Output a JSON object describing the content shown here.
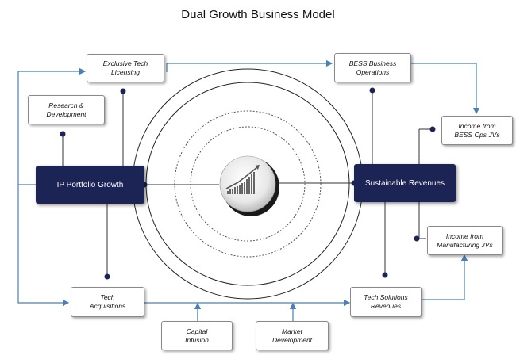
{
  "title": "Dual Growth Business Model",
  "hubs": {
    "left": "IP Portfolio Growth",
    "right": "Sustainable Revenues"
  },
  "boxes": {
    "exclusive_tech_licensing": "Exclusive Tech\nLicensing",
    "research_development": "Research &\nDevelopment",
    "tech_acquisitions": "Tech\nAcquisitions",
    "capital_infusion": "Capital\nInfusion",
    "market_development": "Market\nDevelopment",
    "bess_business_operations": "BESS Business\nOperations",
    "income_bess_ops_jvs": "Income from\nBESS Ops JVs",
    "income_manufacturing_jvs": "Income from\nManufacturing JVs",
    "tech_solutions_revenues": "Tech Solutions\nRevenues"
  },
  "colors": {
    "hub_fill": "#1c2455",
    "dot": "#1c2455",
    "arrow": "#4a7fb5",
    "connector": "#333333"
  },
  "icons": {
    "center": "growth-chart-icon"
  }
}
